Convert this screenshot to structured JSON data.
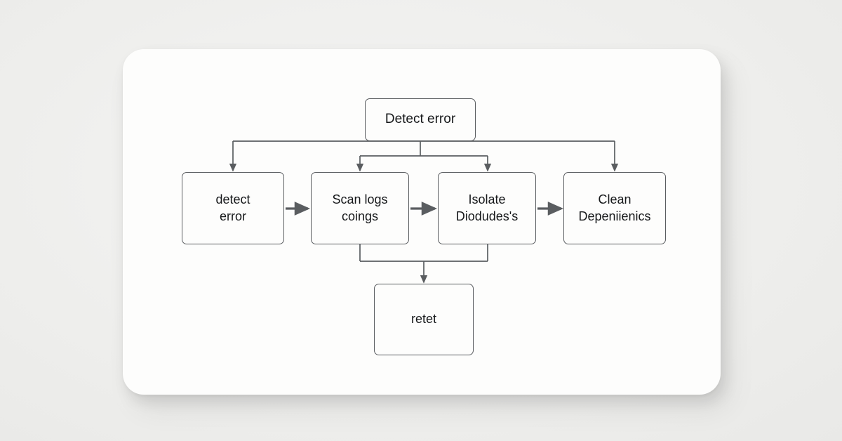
{
  "canvas": {
    "background_color": "#f1f1f0",
    "card_color": "#fdfdfc"
  },
  "diagram": {
    "type": "flowchart",
    "edge_color": "#5a5d60",
    "node_border_color": "#5a5d60",
    "text_color": "#16181a",
    "nodes": [
      {
        "id": "root",
        "label": "Detect error",
        "role": "root"
      },
      {
        "id": "detect",
        "label": "detect\nerror",
        "role": "step"
      },
      {
        "id": "scan",
        "label": "Scan logs\ncoings",
        "role": "step"
      },
      {
        "id": "isolate",
        "label": "Isolate\nDiodudes's",
        "role": "step"
      },
      {
        "id": "clean",
        "label": "Clean\nDepeniienics",
        "role": "step"
      },
      {
        "id": "retry",
        "label": "retet",
        "role": "terminal"
      }
    ],
    "edges": [
      {
        "from": "root",
        "to": "detect",
        "style": "elbow-down",
        "arrow": true
      },
      {
        "from": "root",
        "to": "scan",
        "style": "elbow-down",
        "arrow": true
      },
      {
        "from": "root",
        "to": "isolate",
        "style": "elbow-down",
        "arrow": true
      },
      {
        "from": "root",
        "to": "clean",
        "style": "elbow-down",
        "arrow": true
      },
      {
        "from": "detect",
        "to": "scan",
        "style": "straight-right",
        "arrow": true
      },
      {
        "from": "scan",
        "to": "isolate",
        "style": "straight-right",
        "arrow": true
      },
      {
        "from": "isolate",
        "to": "clean",
        "style": "straight-right",
        "arrow": true
      },
      {
        "from": "scan",
        "to": "retry",
        "style": "elbow-merge",
        "arrow": true
      },
      {
        "from": "isolate",
        "to": "retry",
        "style": "elbow-merge",
        "arrow": true
      }
    ]
  }
}
